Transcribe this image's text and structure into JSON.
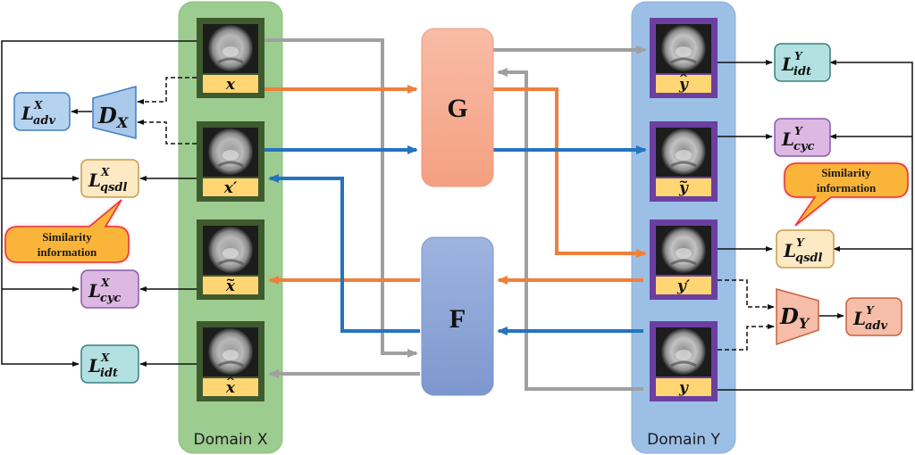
{
  "domains": {
    "x": {
      "title": "Domain X",
      "color": "#9ccc8f",
      "frame_color": "#3f5a2e",
      "tiles": [
        {
          "label": "x",
          "mark": ""
        },
        {
          "label": "x′",
          "mark": ""
        },
        {
          "label": "x",
          "mark": "~"
        },
        {
          "label": "x",
          "mark": "^"
        }
      ]
    },
    "y": {
      "title": "Domain Y",
      "color": "#9cbfe6",
      "frame_color": "#6b3fa0",
      "tiles": [
        {
          "label": "y",
          "mark": "^"
        },
        {
          "label": "y",
          "mark": "~"
        },
        {
          "label": "y′",
          "mark": ""
        },
        {
          "label": "y",
          "mark": ""
        }
      ]
    }
  },
  "networks": {
    "G": {
      "label": "G",
      "color_top": "#f8b8a2",
      "color_bottom": "#f4a283"
    },
    "F": {
      "label": "F",
      "color_top": "#9bb1de",
      "color_bottom": "#7f9bd1"
    }
  },
  "discriminators": {
    "DX": {
      "main": "D",
      "sub": "X",
      "color": "#a9c8ea"
    },
    "DY": {
      "main": "D",
      "sub": "Y",
      "color": "#f6bda8"
    }
  },
  "losses": {
    "adv_x": {
      "main": "L",
      "sup": "X",
      "sub": "adv",
      "fill": "#b5d3ef",
      "stroke": "#3f7fc0"
    },
    "qsdl_x": {
      "main": "L",
      "sup": "X",
      "sub": "qsdl",
      "fill": "#fde9c4",
      "stroke": "#c89b4a"
    },
    "cyc_x": {
      "main": "L",
      "sup": "X",
      "sub": "cyc",
      "fill": "#dcb8e2",
      "stroke": "#8a5aa8"
    },
    "idt_x": {
      "main": "L",
      "sup": "X",
      "sub": "idt",
      "fill": "#b3e0e0",
      "stroke": "#3d8080"
    },
    "idt_y": {
      "main": "L",
      "sup": "Y",
      "sub": "idt",
      "fill": "#b3e0e0",
      "stroke": "#3d8080"
    },
    "cyc_y": {
      "main": "L",
      "sup": "Y",
      "sub": "cyc",
      "fill": "#dcb8e2",
      "stroke": "#8a5aa8"
    },
    "qsdl_y": {
      "main": "L",
      "sup": "Y",
      "sub": "qsdl",
      "fill": "#fde9c4",
      "stroke": "#c89b4a"
    },
    "adv_y": {
      "main": "L",
      "sup": "Y",
      "sub": "adv",
      "fill": "#f6bda8",
      "stroke": "#c8603a"
    }
  },
  "callouts": {
    "left": {
      "line1": "Similarity",
      "line2": "information"
    },
    "right": {
      "line1": "Similarity",
      "line2": "information"
    }
  },
  "colors": {
    "orange_flow": "#f07f3c",
    "blue_flow": "#2474c0",
    "gray_flow": "#a0a0a0",
    "label_band": "#ffd673",
    "callout_fill": "#fbb43a",
    "callout_stroke": "#e8303a"
  }
}
